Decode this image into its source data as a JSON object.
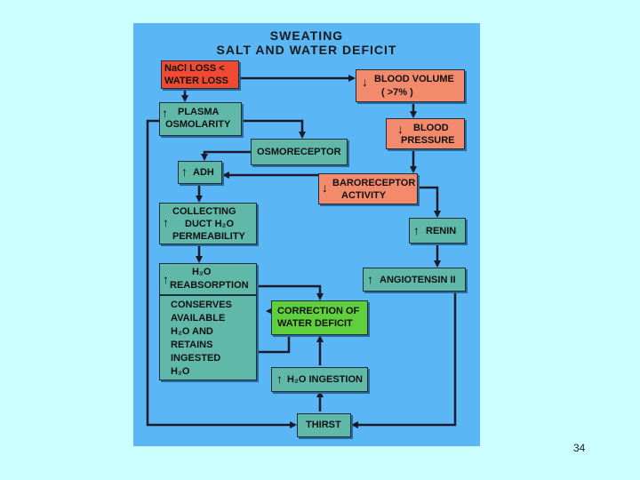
{
  "title": {
    "line1": "SWEATING",
    "line2": "SALT  AND  WATER  DEFICIT"
  },
  "boxes": {
    "nacl": {
      "line1": "NaCl  LOSS  <",
      "line2": "WATER  LOSS"
    },
    "blood_volume": {
      "arrow": "↓",
      "line1": "BLOOD  VOLUME",
      "line2": "(  >7%  )"
    },
    "plasma": {
      "arrow": "↑",
      "line1": "PLASMA",
      "line2": "OSMOLARITY"
    },
    "blood_pressure": {
      "arrow": "↓",
      "line1": "BLOOD",
      "line2": "PRESSURE"
    },
    "osmoreceptor": {
      "line1": "OSMORECEPTOR"
    },
    "adh": {
      "arrow": "↑",
      "line1": "ADH"
    },
    "baroreceptor": {
      "arrow": "↓",
      "line1": "BARORECEPTOR",
      "line2": "ACTIVITY"
    },
    "collecting": {
      "arrow": "↑",
      "line1": "COLLECTING",
      "line2": "DUCT  H₂O",
      "line3": "PERMEABILITY"
    },
    "renin": {
      "arrow": "↑",
      "line1": "RENIN"
    },
    "reabsorption": {
      "arrow": "↑",
      "line1": "H₂O",
      "line2": "REABSORPTION"
    },
    "conserves": {
      "lines": [
        "CONSERVES",
        "AVAILABLE",
        "H₂O  AND",
        "RETAINS",
        "INGESTED",
        "H₂O"
      ]
    },
    "angiotensin": {
      "arrow": "↑",
      "line1": "ANGIOTENSIN  II"
    },
    "correction": {
      "line1": "CORRECTION  OF",
      "line2": "WATER  DEFICIT"
    },
    "ingestion": {
      "arrow": "↑",
      "line1": "H₂O  INGESTION"
    },
    "thirst": {
      "line1": "THIRST"
    }
  },
  "page_number": "34"
}
